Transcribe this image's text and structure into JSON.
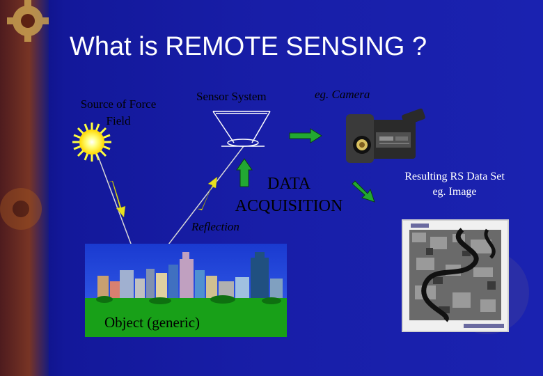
{
  "title": "What is REMOTE SENSING ?",
  "labels": {
    "source_line1": "Source of Force",
    "source_line2": "Field",
    "sensor_system": "Sensor System",
    "camera": "eg. Camera",
    "data_line1": "DATA",
    "data_line2": "ACQUISITION",
    "result_line1": "Resulting RS Data Set",
    "result_line2": "eg. Image",
    "reflection": "Reflection",
    "object": "Object (generic)"
  },
  "colors": {
    "background": "#181ea8",
    "arrow_green": "#22a832",
    "arrow_yellow": "#e8e020",
    "sun": "#ffff40",
    "ground": "#18a018",
    "sky": "#1e44d8"
  },
  "icons": [
    "sun-icon",
    "sensor-cone-icon",
    "camcorder-icon",
    "satellite-image-icon",
    "city-skyline-icon"
  ]
}
